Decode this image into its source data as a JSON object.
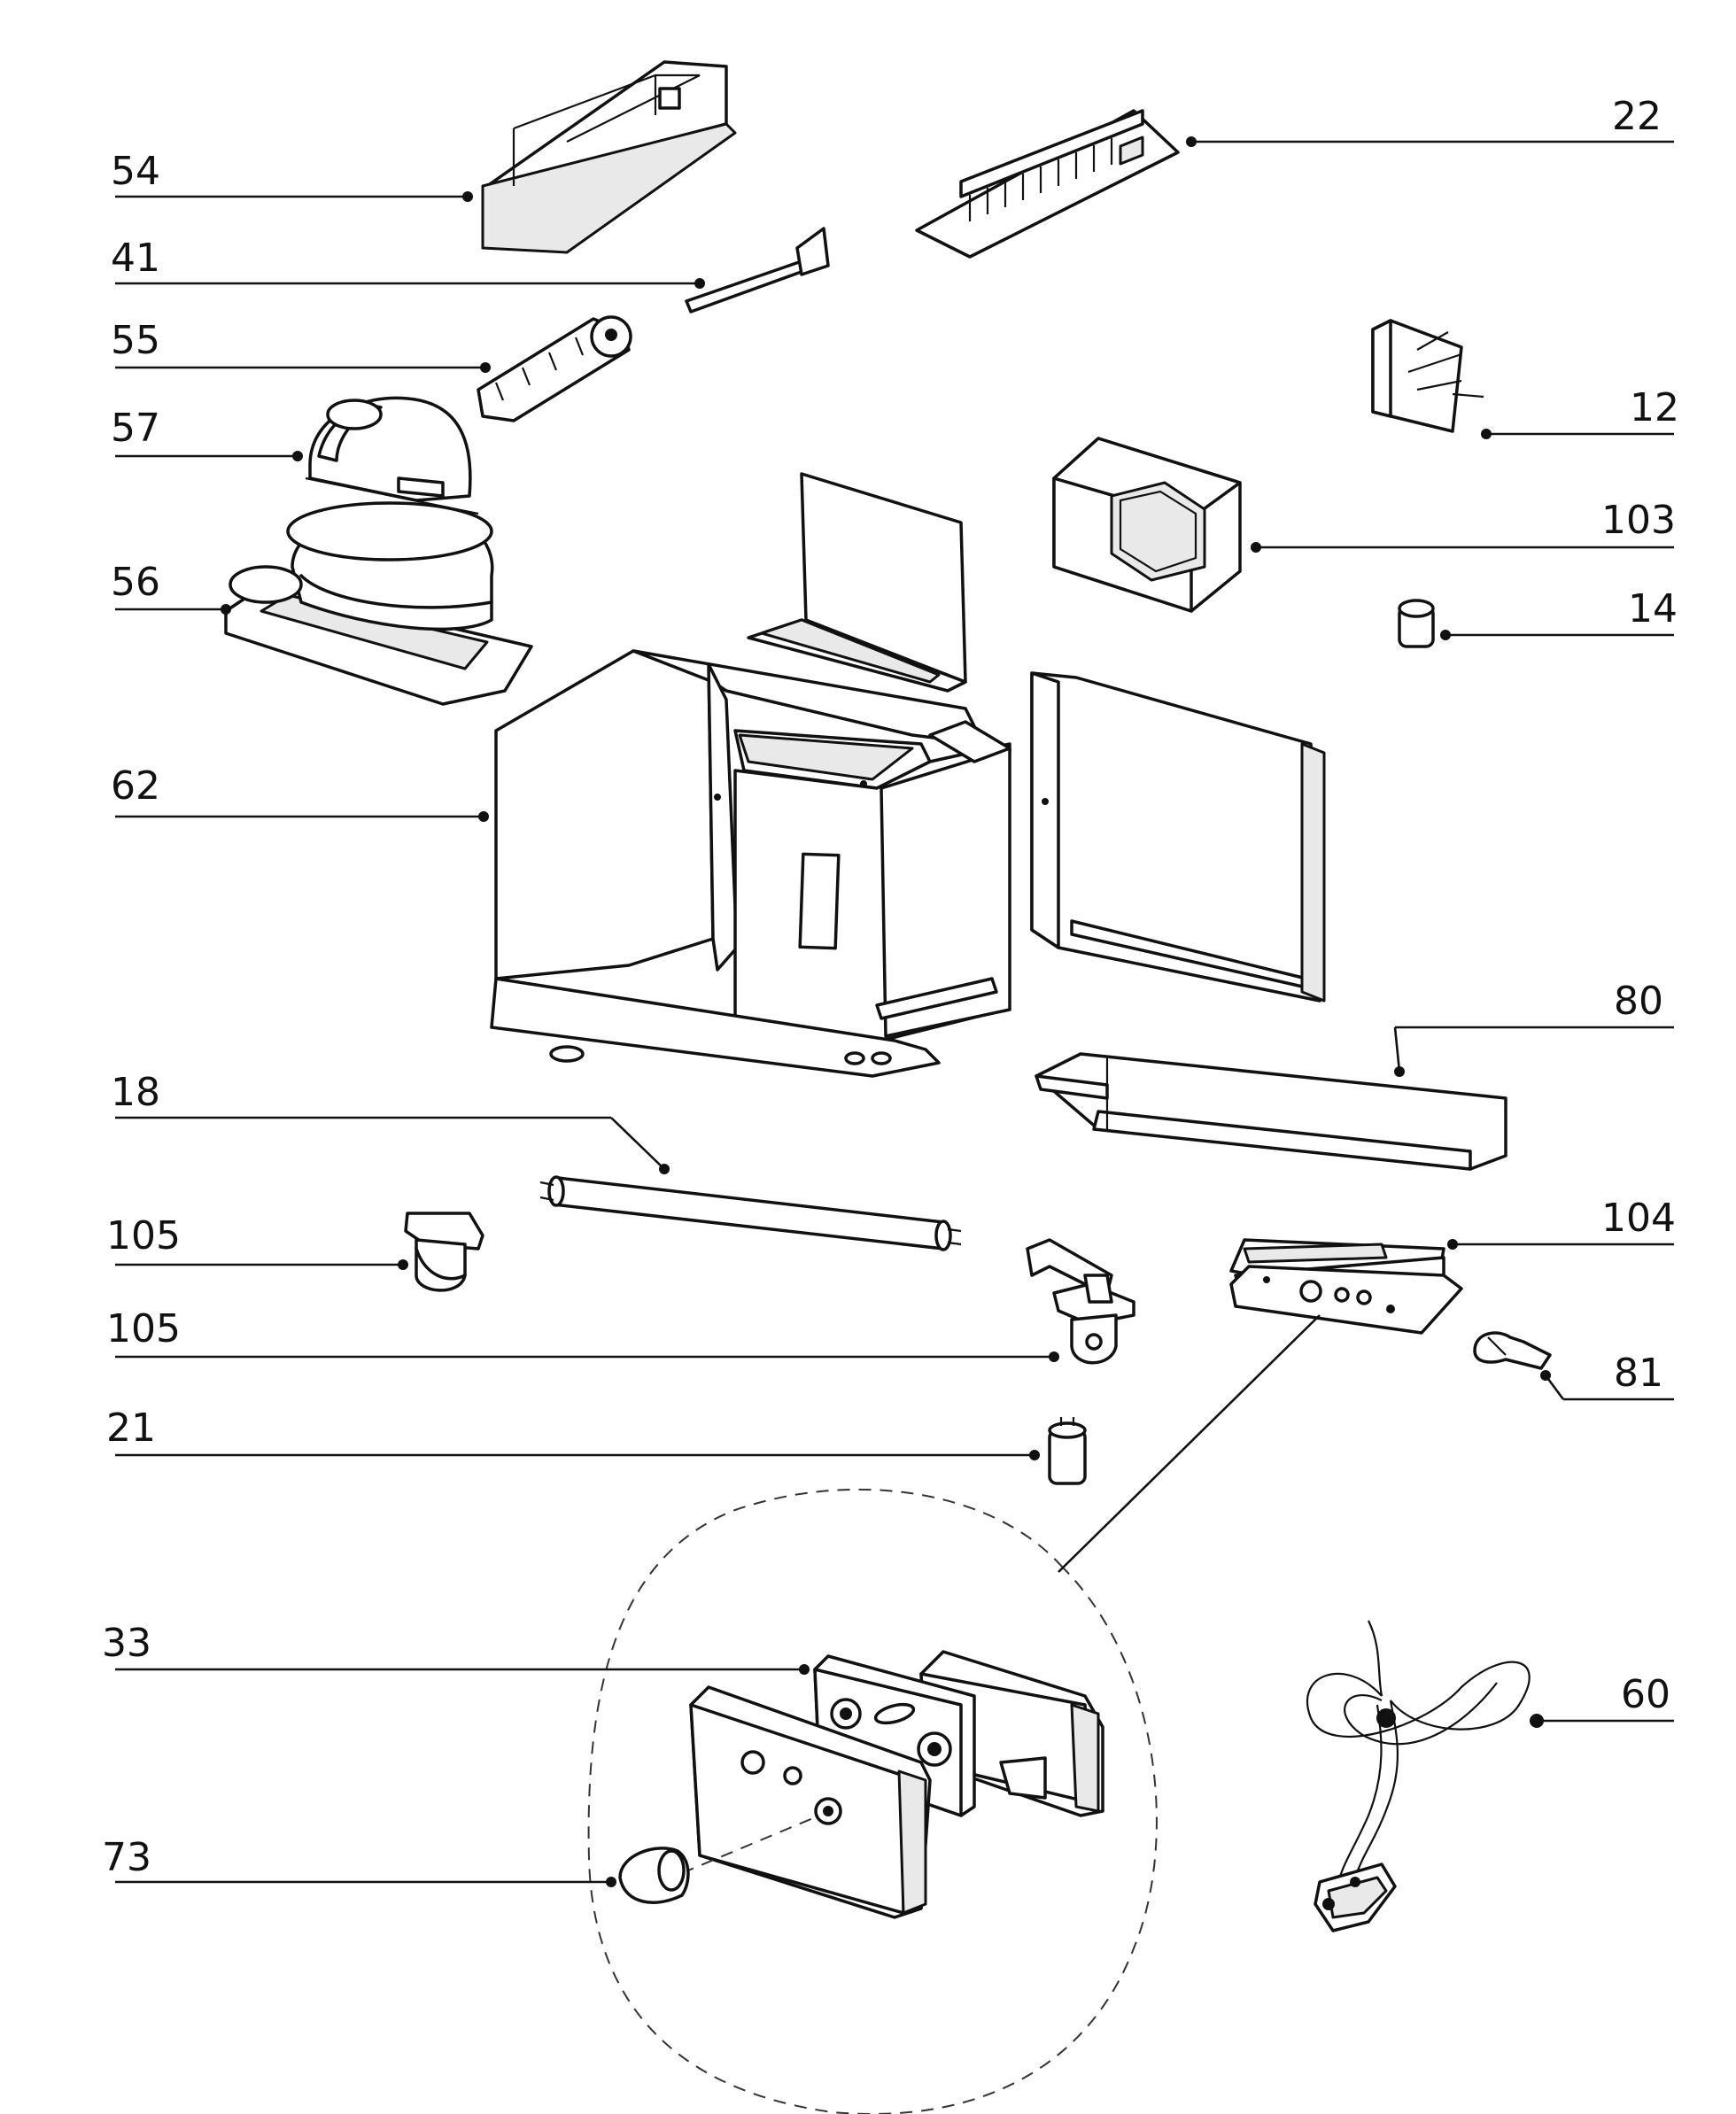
{
  "callouts": [
    {
      "id": "54",
      "label": "54",
      "side": "left"
    },
    {
      "id": "41",
      "label": "41",
      "side": "left"
    },
    {
      "id": "55",
      "label": "55",
      "side": "left"
    },
    {
      "id": "57",
      "label": "57",
      "side": "left"
    },
    {
      "id": "56",
      "label": "56",
      "side": "left"
    },
    {
      "id": "62",
      "label": "62",
      "side": "left"
    },
    {
      "id": "18",
      "label": "18",
      "side": "left"
    },
    {
      "id": "105a",
      "label": "105",
      "side": "left"
    },
    {
      "id": "105b",
      "label": "105",
      "side": "left"
    },
    {
      "id": "21",
      "label": "21",
      "side": "left"
    },
    {
      "id": "33",
      "label": "33",
      "side": "left"
    },
    {
      "id": "73",
      "label": "73",
      "side": "left"
    },
    {
      "id": "22",
      "label": "22",
      "side": "right"
    },
    {
      "id": "12",
      "label": "12",
      "side": "right"
    },
    {
      "id": "103",
      "label": "103",
      "side": "right"
    },
    {
      "id": "14",
      "label": "14",
      "side": "right"
    },
    {
      "id": "80",
      "label": "80",
      "side": "right"
    },
    {
      "id": "104",
      "label": "104",
      "side": "right"
    },
    {
      "id": "81",
      "label": "81",
      "side": "right"
    },
    {
      "id": "60",
      "label": "60",
      "side": "right"
    }
  ]
}
